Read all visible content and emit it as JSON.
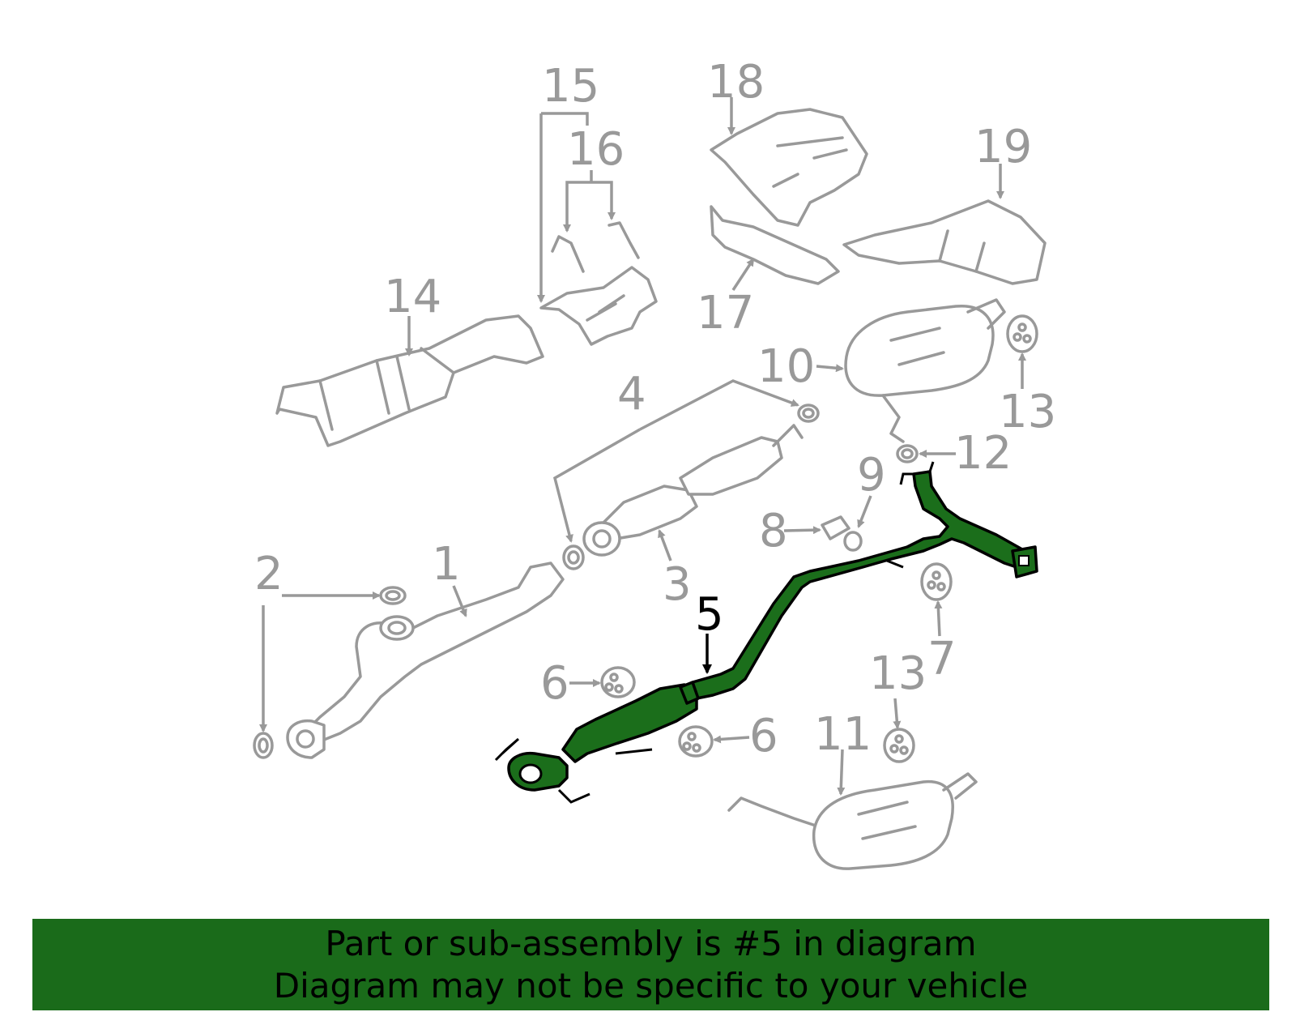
{
  "diagram": {
    "callouts": [
      {
        "id": "1",
        "label": "1"
      },
      {
        "id": "2",
        "label": "2"
      },
      {
        "id": "3",
        "label": "3"
      },
      {
        "id": "4",
        "label": "4"
      },
      {
        "id": "5",
        "label": "5"
      },
      {
        "id": "6a",
        "label": "6"
      },
      {
        "id": "6b",
        "label": "6"
      },
      {
        "id": "7",
        "label": "7"
      },
      {
        "id": "8",
        "label": "8"
      },
      {
        "id": "9",
        "label": "9"
      },
      {
        "id": "10",
        "label": "10"
      },
      {
        "id": "11",
        "label": "11"
      },
      {
        "id": "12",
        "label": "12"
      },
      {
        "id": "13a",
        "label": "13"
      },
      {
        "id": "13b",
        "label": "13"
      },
      {
        "id": "14",
        "label": "14"
      },
      {
        "id": "15",
        "label": "15"
      },
      {
        "id": "16",
        "label": "16"
      },
      {
        "id": "17",
        "label": "17"
      },
      {
        "id": "18",
        "label": "18"
      },
      {
        "id": "19",
        "label": "19"
      }
    ],
    "highlighted_part": "5",
    "colors": {
      "highlight": "#1b6e1b",
      "parts": "#999999",
      "banner": "#1a6b1a"
    }
  },
  "banner": {
    "line1": "Part or sub-assembly is #5 in diagram",
    "line2": "Diagram may not be specific to your vehicle"
  }
}
